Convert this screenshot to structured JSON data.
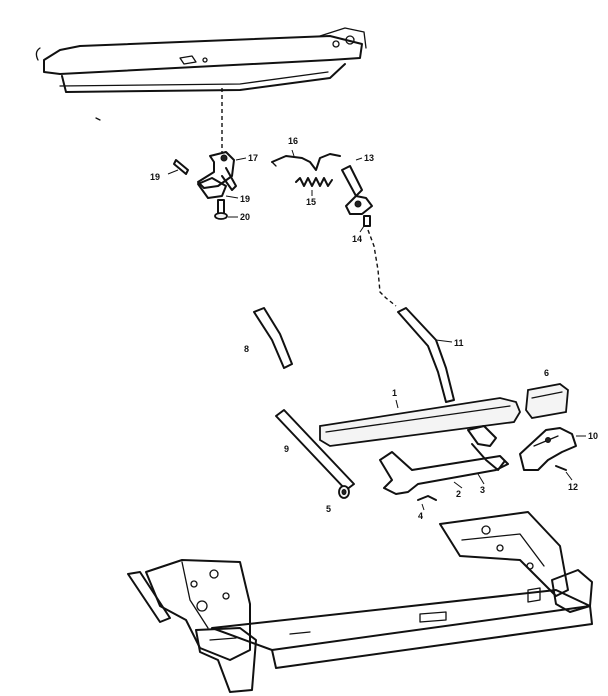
{
  "callouts": {
    "c1": "1",
    "c2": "2",
    "c3": "3",
    "c4": "4",
    "c5": "5",
    "c6": "6",
    "c8": "8",
    "c9": "9",
    "c10": "10",
    "c11": "11",
    "c12": "12",
    "c13": "13",
    "c14": "14",
    "c15": "15",
    "c16": "16",
    "c17": "17",
    "c19": "19",
    "c19b": "19",
    "c20": "20"
  }
}
